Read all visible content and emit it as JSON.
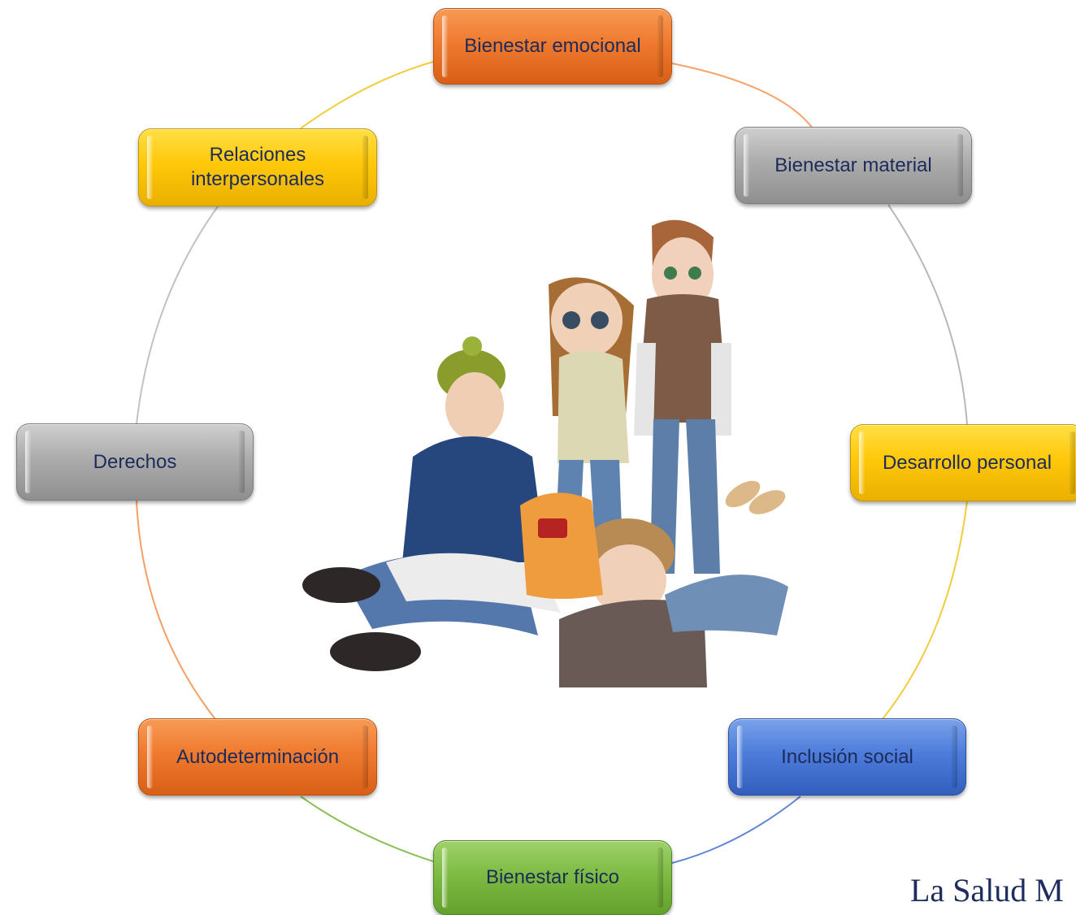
{
  "diagram": {
    "nodes": [
      {
        "id": "bienestar-emocional",
        "label": "Bienestar emocional",
        "color": "#ef7a2f"
      },
      {
        "id": "bienestar-material",
        "label": "Bienestar material",
        "color": "#acacac"
      },
      {
        "id": "desarrollo-personal",
        "label": "Desarrollo personal",
        "color": "#ffc80a"
      },
      {
        "id": "inclusion-social",
        "label": "Inclusión social",
        "color": "#4d7cdb"
      },
      {
        "id": "bienestar-fisico",
        "label": "Bienestar físico",
        "color": "#7dbb43"
      },
      {
        "id": "autodeterminacion",
        "label": "Autodeterminación",
        "color": "#ef7a2f"
      },
      {
        "id": "derechos",
        "label": "Derechos",
        "color": "#acacac"
      },
      {
        "id": "relaciones-interpersonales",
        "label": "Relaciones interpersonales",
        "color": "#ffc80a"
      }
    ],
    "center_image": "group-of-four-young-people-illustration"
  },
  "footer": {
    "text": "La Salud M"
  }
}
